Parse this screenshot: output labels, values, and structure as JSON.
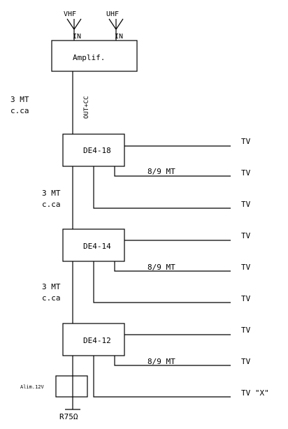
{
  "antennas": {
    "vhf": "VHF",
    "uhf": "UHF",
    "in": "IN"
  },
  "amplifier": {
    "label": "Amplif.",
    "output": "OUT+CC"
  },
  "cable_note": {
    "length": "3 MT",
    "type": "c.ca"
  },
  "taps": [
    {
      "label": "DE4-18",
      "branch_note": "8/9 MT"
    },
    {
      "label": "DE4-14",
      "branch_note": "8/9 MT"
    },
    {
      "label": "DE4-12",
      "branch_note": "8/9 MT"
    }
  ],
  "tv": {
    "label": "TV",
    "special": "TV \"X\""
  },
  "power_supply": {
    "label": "Alim.12V"
  },
  "terminator": {
    "label": "R75Ω"
  }
}
